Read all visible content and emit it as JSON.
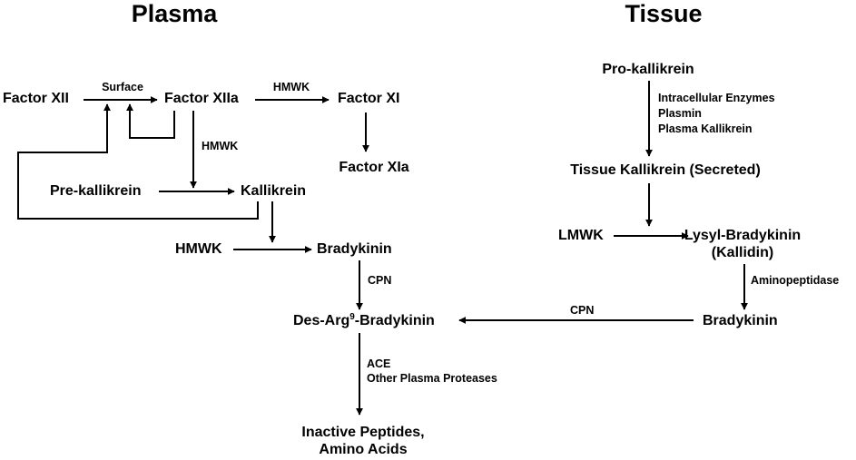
{
  "headings": {
    "plasma": "Plasma",
    "tissue": "Tissue"
  },
  "plasma": {
    "factor_xii": "Factor XII",
    "surface": "Surface",
    "factor_xiia": "Factor XIIa",
    "hmwk_top": "HMWK",
    "factor_xi": "Factor XI",
    "hmwk_mid": "HMWK",
    "factor_xia": "Factor XIa",
    "pre_kallikrein": "Pre-kallikrein",
    "kallikrein": "Kallikrein",
    "hmwk": "HMWK",
    "bradykinin": "Bradykinin",
    "cpn": "CPN",
    "des_arg_prefix": "Des-Arg",
    "des_arg_sup": "9",
    "des_arg_suffix": "-Bradykinin",
    "ace": "ACE",
    "other_proteases": "Other Plasma Proteases",
    "inactive_line1": "Inactive Peptides,",
    "inactive_line2": "Amino Acids"
  },
  "tissue": {
    "pro_kallikrein": "Pro-kallikrein",
    "enzyme1": "Intracellular Enzymes",
    "enzyme2": "Plasmin",
    "enzyme3": "Plasma Kallikrein",
    "tissue_kallikrein": "Tissue Kallikrein (Secreted)",
    "lmwk": "LMWK",
    "lysyl_line1": "Lysyl-Bradykinin",
    "lysyl_line2": "(Kallidin)",
    "aminopeptidase": "Aminopeptidase",
    "bradykinin": "Bradykinin",
    "cpn": "CPN"
  }
}
